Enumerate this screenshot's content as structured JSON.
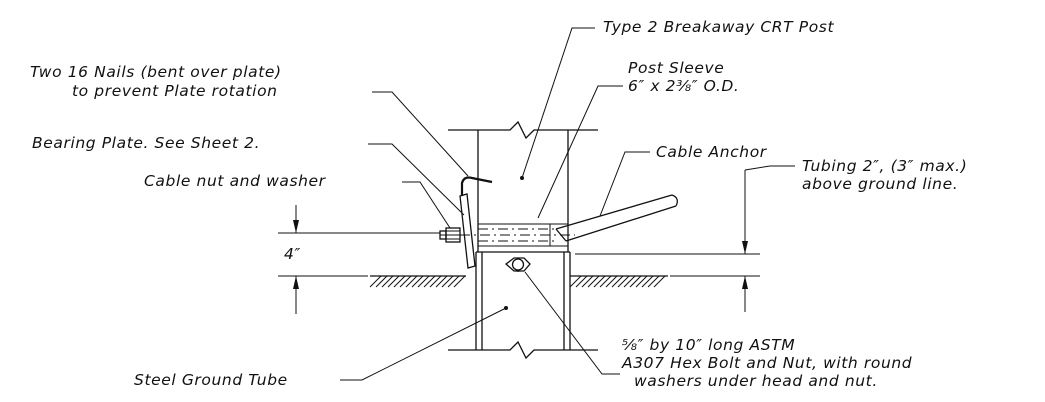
{
  "labels": {
    "post": "Type 2 Breakaway CRT Post",
    "nails_1": "Two 16 Nails (bent over plate)",
    "nails_2": "to prevent Plate rotation",
    "sleeve_1": "Post Sleeve",
    "sleeve_2": "6″ x 2⅜″ O.D.",
    "bearing": "Bearing Plate. See Sheet 2.",
    "anchor": "Cable Anchor",
    "tubing_1": "Tubing 2″, (3″ max.)",
    "tubing_2": "above ground line.",
    "cable_nut": "Cable nut and washer",
    "dim_4": "4″",
    "bolt_1": "⅝″ by 10″ long ASTM",
    "bolt_2": "A307 Hex Bolt and Nut, with round",
    "bolt_3": "washers under head and nut.",
    "ground_tube": "Steel Ground Tube"
  },
  "colors": {
    "line": "#111111",
    "background": "#ffffff"
  }
}
